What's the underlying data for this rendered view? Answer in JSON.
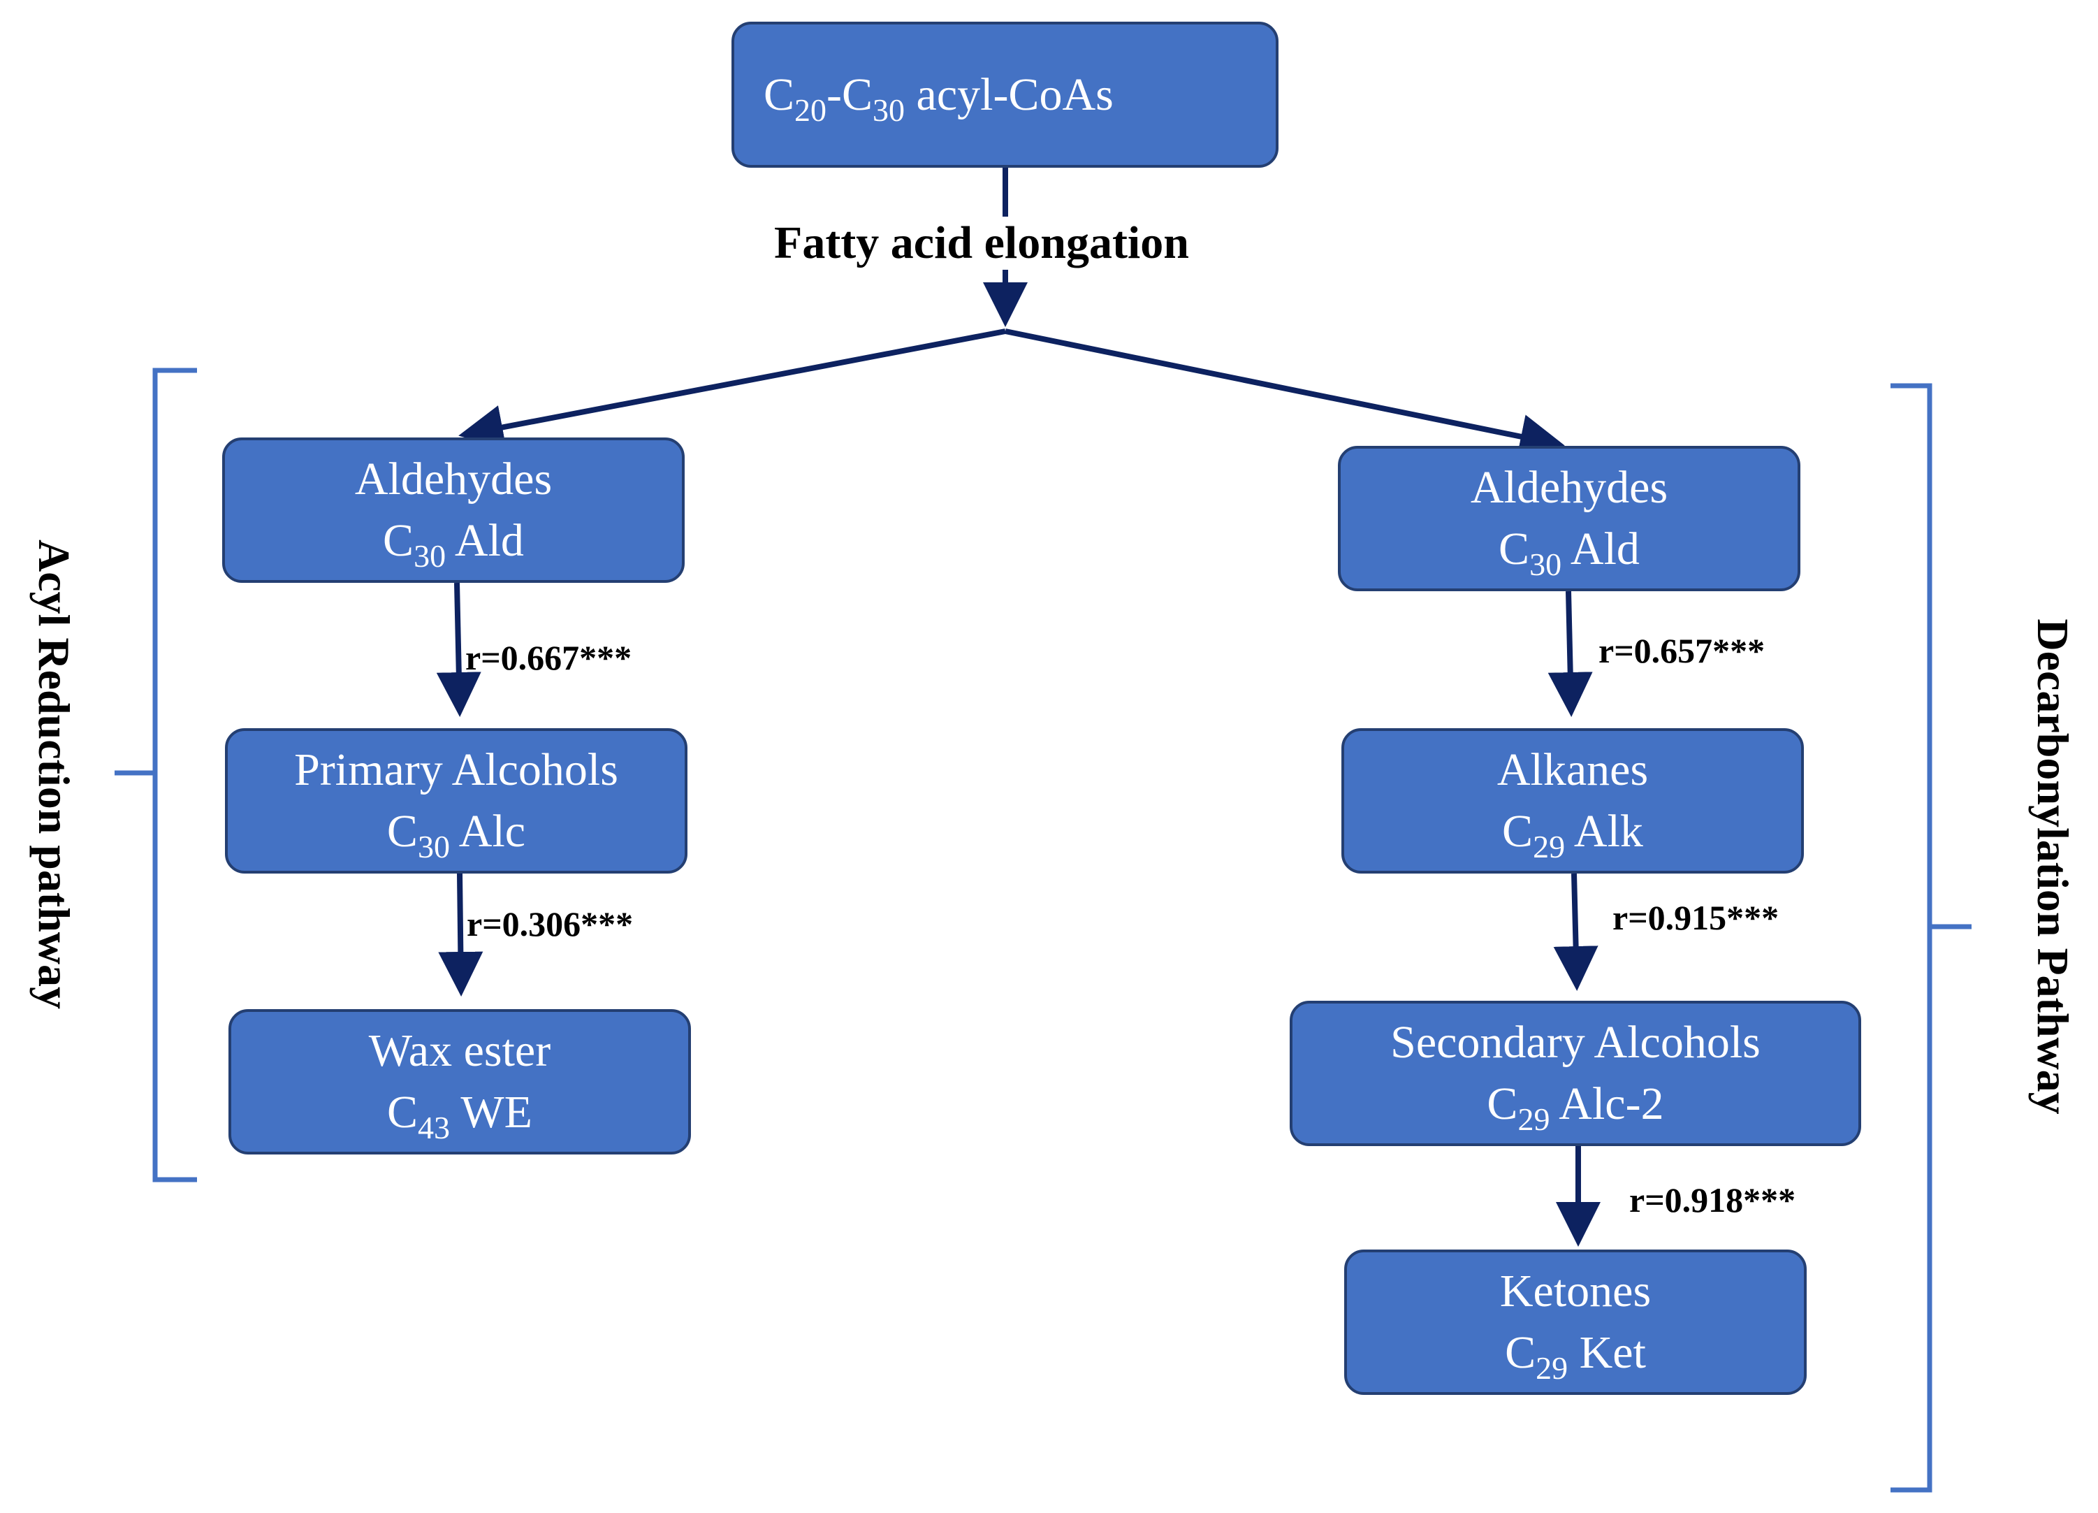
{
  "root": {
    "c1": "C",
    "s1": "20",
    "c2": "-C",
    "s2": "30",
    "tail": " acyl-CoAs"
  },
  "elongation_label": "Fatty acid elongation",
  "left": {
    "pathway_label": "Acyl Reduction pathway",
    "aldehydes": {
      "name": "Aldehydes",
      "c": "C",
      "sub": "30",
      "suffix": " Ald"
    },
    "primary_alcohols": {
      "name": "Primary Alcohols",
      "c": "C",
      "sub": "30",
      "suffix": " Alc"
    },
    "wax_ester": {
      "name": "Wax ester",
      "c": "C",
      "sub": "43",
      "suffix": " WE"
    },
    "r1": "r=0.667***",
    "r2": "r=0.306***"
  },
  "right": {
    "pathway_label": "Decarbonylation Pathway",
    "aldehydes": {
      "name": "Aldehydes",
      "c": "C",
      "sub": "30",
      "suffix": " Ald"
    },
    "alkanes": {
      "name": "Alkanes",
      "c": "C",
      "sub": "29",
      "suffix": " Alk"
    },
    "secondary_alcohols": {
      "name": "Secondary Alcohols",
      "c": "C",
      "sub": "29",
      "suffix": " Alc-2"
    },
    "ketones": {
      "name": "Ketones",
      "c": "C",
      "sub": "29",
      "suffix": " Ket"
    },
    "r1": "r=0.657***",
    "r2": "r=0.915***",
    "r3": "r=0.918***"
  },
  "colors": {
    "box_fill": "#4472c4",
    "box_border": "#243f72",
    "arrow": "#0d2260",
    "bracket": "#4472c4"
  }
}
